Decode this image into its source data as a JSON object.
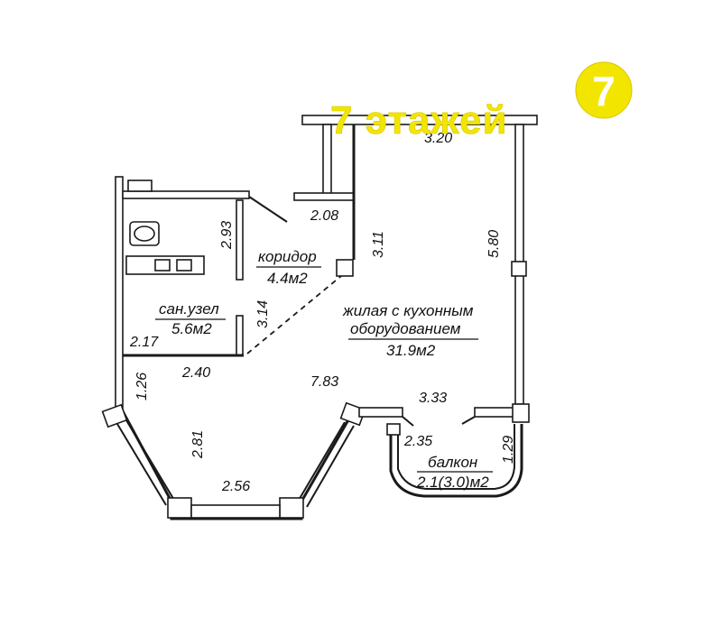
{
  "brand": {
    "text": "7 этажей",
    "logo_digit": "7",
    "color": "#f2e600"
  },
  "rooms": {
    "corridor": {
      "name": "коридор",
      "area": "4.4м2"
    },
    "bathroom": {
      "name": "сан.узел",
      "area": "5.6м2"
    },
    "living": {
      "name_line1": "жилая с кухонным",
      "name_line2": "оборудованием",
      "area": "31.9м2"
    },
    "balcony": {
      "name": "балкон",
      "area": "2.1(3.0)м2"
    }
  },
  "dimensions": {
    "top_wall": "3.20",
    "corridor_width": "2.08",
    "corridor_depth": "3.11",
    "right_wall": "5.80",
    "corridor_left": "2.93",
    "bath_side": "3.14",
    "bath_left": "2.17",
    "bath_bottom": "2.40",
    "room_length": "7.83",
    "left_lower": "1.26",
    "balcony_width": "3.33",
    "balcony_depth": "2.35",
    "balcony_right": "1.29",
    "bay_side": "2.81",
    "bay_bottom": "2.56"
  }
}
